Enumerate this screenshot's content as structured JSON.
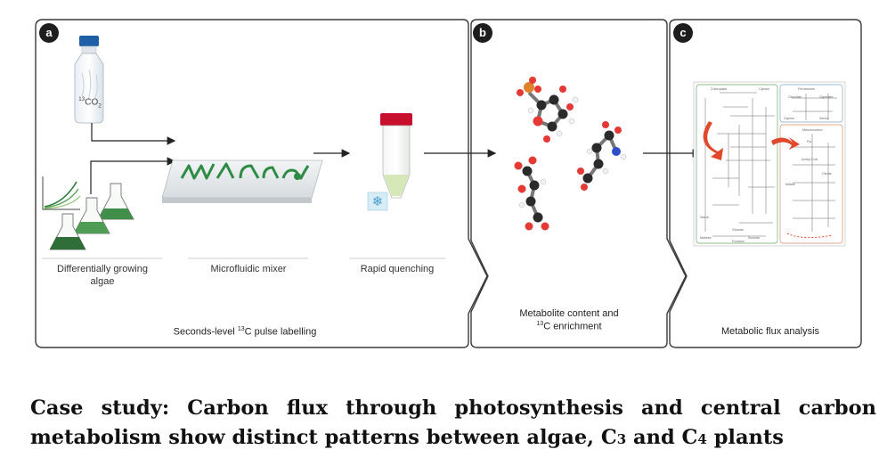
{
  "panels": {
    "a": {
      "letter": "a",
      "bottle_label_prefix": "13",
      "bottle_label_main": "CO",
      "bottle_label_sub": "2",
      "algae_label": "Differentially growing algae",
      "mixer_label": "Microfluidic mixer",
      "quench_label": "Rapid quenching",
      "footer_prefix": "Seconds-level ",
      "footer_sup": "13",
      "footer_suffix": "C pulse labelling"
    },
    "b": {
      "letter": "b",
      "footer_line1": "Metabolite content and",
      "footer_sup": "13",
      "footer_line2": "C enrichment"
    },
    "c": {
      "letter": "c",
      "footer": "Metabolic flux analysis",
      "map_labels": [
        "Chloroplast",
        "Cytosol",
        "Peroxisome",
        "Mitochondrion",
        "Acetyl-CoA",
        "Pyr",
        "Citrate",
        "Malate",
        "Glycine",
        "Serine",
        "Glycolate",
        "Glycerate",
        "Starch",
        "Sucrose",
        "Maltose",
        "Glucose",
        "Fructose"
      ]
    }
  },
  "caption": {
    "line1": "Case study: Carbon flux through photosynthesis and central carbon",
    "line2_a": "metabolism show distinct patterns between algae, C",
    "line2_sub1": "3",
    "line2_b": " and C",
    "line2_sub2": "4",
    "line2_c": " plants"
  },
  "colors": {
    "panel_border": "#3a3a3a",
    "algae_green": "#3f8f4a",
    "mixer_green": "#2e8b46",
    "quench_cap": "#c8102e",
    "flux_arrow": "#e04a2a",
    "bottle_cap": "#1f5fa8"
  }
}
